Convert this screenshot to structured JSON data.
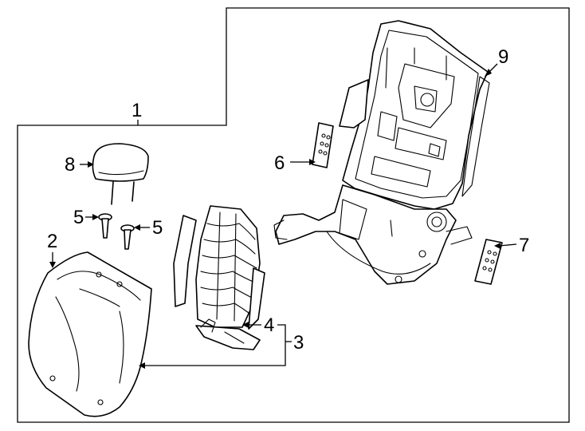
{
  "callouts": [
    {
      "id": "1",
      "text": "1"
    },
    {
      "id": "2",
      "text": "2"
    },
    {
      "id": "3",
      "text": "3"
    },
    {
      "id": "4",
      "text": "4"
    },
    {
      "id": "5a",
      "text": "5"
    },
    {
      "id": "5b",
      "text": "5"
    },
    {
      "id": "6",
      "text": "6"
    },
    {
      "id": "7",
      "text": "7"
    },
    {
      "id": "8",
      "text": "8"
    },
    {
      "id": "9",
      "text": "9"
    }
  ]
}
